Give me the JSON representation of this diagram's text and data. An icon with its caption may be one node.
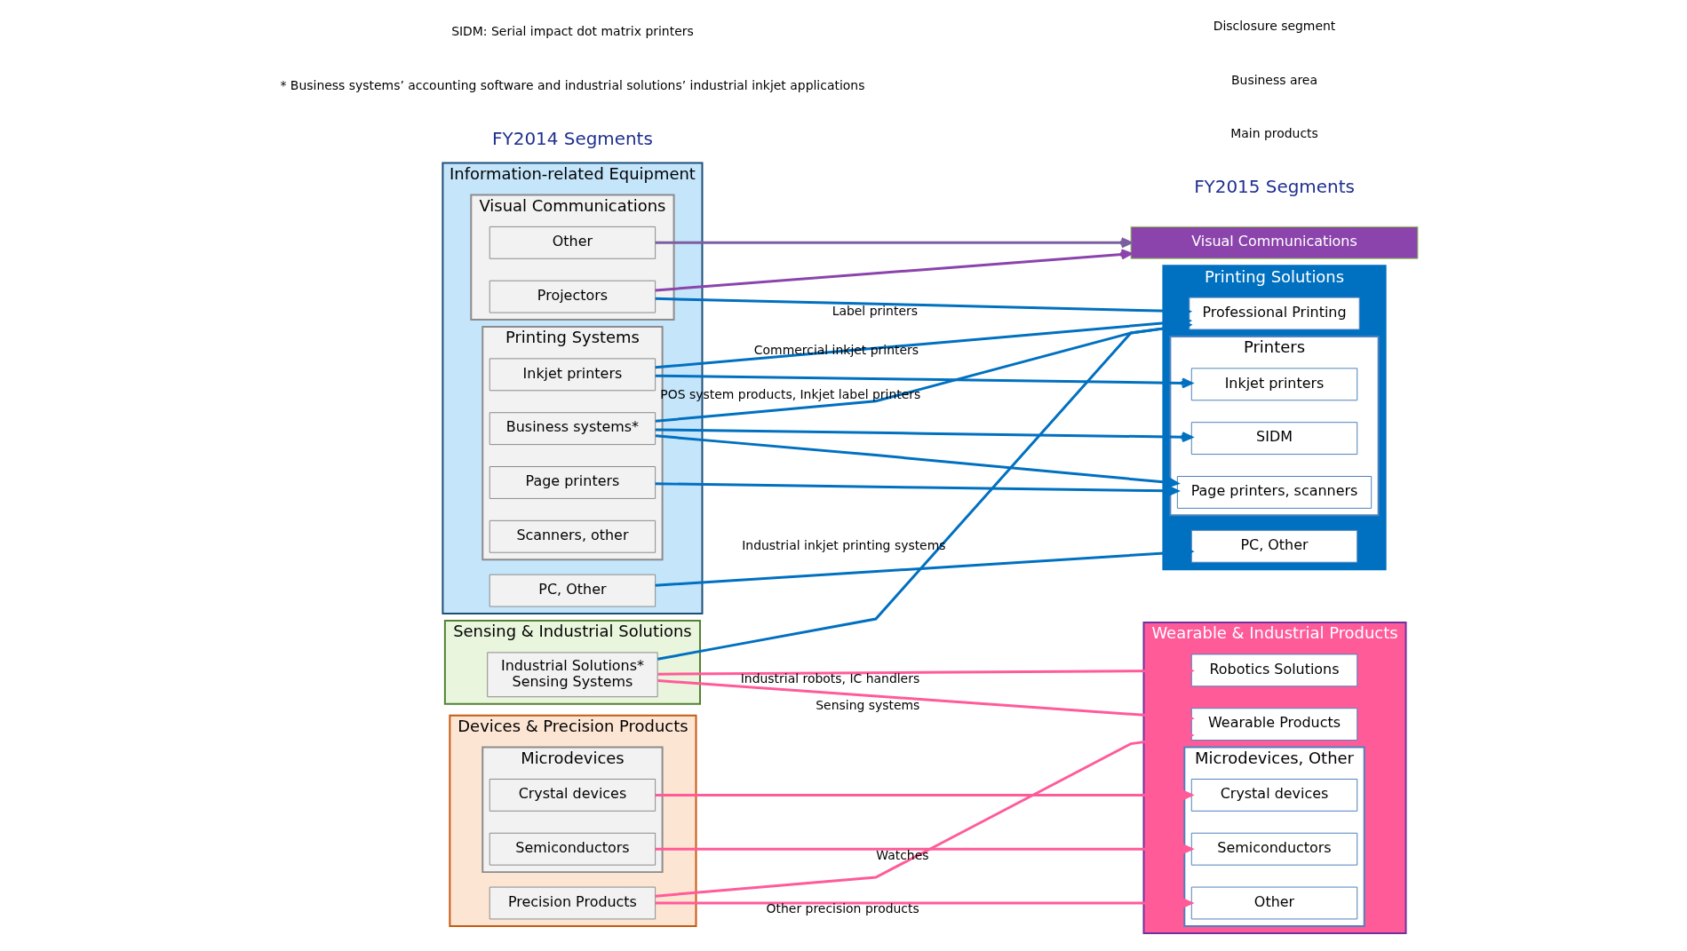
{
  "diagram": {
    "nodes": [
      {
        "text": [
          "Information-related Equipment"
        ]
      },
      {
        "text": [
          "Printing Systems"
        ],
        "in": 0
      },
      {
        "text": [
          "Inkjet printers"
        ],
        "in": 1
      },
      {
        "text": [
          "Page printers"
        ],
        "in": 1
      },
      {
        "text": [
          "Business systems*"
        ],
        "in": 1
      },
      {
        "text": [
          "Scanners, other"
        ],
        "in": 1
      },
      {
        "text": [
          "Visual Communications"
        ],
        "in": 0
      },
      {
        "text": [
          "Projectors"
        ],
        "in": 6
      },
      {
        "text": [
          "Other"
        ],
        "in": 6
      },
      {
        "text": [
          "PC, Other"
        ],
        "in": 0
      },
      {
        "text": [
          "Sensing & Industrial Solutions"
        ]
      },
      {
        "text": [
          "Industrial Solutions*",
          "Sensing Systems"
        ],
        "in": 10
      },
      {
        "text": [
          "Devices & Precision Products"
        ]
      },
      {
        "text": [
          "Microdevices"
        ],
        "in": 12
      },
      {
        "text": [
          "Crystal devices"
        ],
        "in": 13
      },
      {
        "text": [
          "Semiconductors"
        ],
        "in": 13
      },
      {
        "text": [
          "Precision Products"
        ],
        "in": 12
      },
      {
        "text": [
          "Printing Solutions"
        ]
      },
      {
        "text": [
          "Printers"
        ],
        "in": 17
      },
      {
        "text": [
          "Inkjet printers"
        ],
        "in": 18
      },
      {
        "text": [
          "SIDM"
        ],
        "in": 18
      },
      {
        "text": [
          "Page printers, scanners"
        ],
        "in": 18
      },
      {
        "text": [
          "Professional Printing"
        ],
        "in": 17
      },
      {
        "text": [
          "PC, Other"
        ],
        "in": 17
      },
      {
        "text": [
          "Visual Communications"
        ]
      },
      {
        "text": [
          "Wearable & Industrial Products"
        ]
      },
      {
        "text": [
          "Wearable Products"
        ],
        "in": 25
      },
      {
        "text": [
          "Robotics Solutions"
        ],
        "in": 25
      },
      {
        "text": [
          "Microdevices, Other"
        ],
        "in": 25
      },
      {
        "text": [
          "Crystal devices"
        ],
        "in": 28
      },
      {
        "text": [
          "Semiconductors"
        ],
        "in": 28
      },
      {
        "text": [
          "Other"
        ],
        "in": 28
      }
    ],
    "edges": [
      {
        "from": 2,
        "to": 19,
        "arrow": "to"
      },
      {
        "from": 3,
        "to": 21,
        "arrow": "to"
      },
      {
        "from": 4,
        "to": 21,
        "arrow": "to"
      },
      {
        "from": 4,
        "to": 20,
        "arrow": "to"
      },
      {
        "from": 2,
        "to": 22,
        "arrow": "to",
        "label": "Commercial inkjet printers"
      },
      {
        "from": 4,
        "to": 22,
        "arrow": "to",
        "label": "POS system products, Inkjet label printers"
      },
      {
        "from": 7,
        "to": 22,
        "arrow": "to",
        "label": "Label printers"
      },
      {
        "from": 11,
        "to": 22,
        "arrow": "to",
        "label": "Industrial inkjet printing systems"
      },
      {
        "from": 9,
        "to": 23,
        "arrow": "to"
      },
      {
        "from": 7,
        "to": 24,
        "arrow": "to",
        "color": "#8b44ac"
      },
      {
        "from": 8,
        "to": 24,
        "arrow": "to",
        "color": "#7b5fa0"
      },
      {
        "from": 11,
        "to": 26,
        "arrow": "to",
        "color": "#ff5b99",
        "label": "Sensing systems"
      },
      {
        "from": 16,
        "to": 26,
        "arrow": "to",
        "color": "#ff5b99",
        "label": "Watches"
      },
      {
        "from": 11,
        "to": 27,
        "arrow": "to",
        "color": "#ff5b99",
        "label": "Industrial robots, IC handlers"
      },
      {
        "from": 14,
        "to": 29,
        "arrow": "to",
        "color": "#ff5b99"
      },
      {
        "from": 15,
        "to": 30,
        "arrow": "to",
        "color": "#ff5b99"
      },
      {
        "from": 16,
        "to": 31,
        "arrow": "to",
        "color": "#ff5b99",
        "label": "Other precision products"
      }
    ],
    "labels": [
      "FY2014 Segments",
      "FY2015 Segments",
      "Main products",
      "Business area",
      "Disclosure segment",
      "* Business systems’ accounting software and industrial solutions’ industrial inkjet applications",
      "SIDM: Serial impact dot matrix printers"
    ]
  }
}
